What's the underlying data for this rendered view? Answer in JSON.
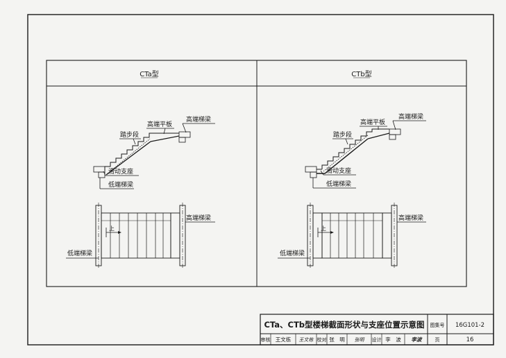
{
  "panels": {
    "left_title": "CTa型",
    "right_title": "CTb型"
  },
  "labels": {
    "high_beam": "高端梯梁",
    "high_platform": "高端平板",
    "step_section": "踏步段",
    "sliding_support": "滑动支座",
    "low_beam": "低端梯梁",
    "up_marker": "上"
  },
  "title_block": {
    "drawing_title": "CTa、CTb型楼梯截面形状与支座位置示意图",
    "atlas_label": "图集号",
    "atlas_number": "16G101-2",
    "review_label": "审核",
    "reviewer": "王文栋",
    "reviewer_sign": "王文栋",
    "check_label": "校对",
    "checker": "张　明",
    "checker_sign": "张明",
    "design_label": "设计",
    "designer": "李　波",
    "designer_sign": "李波",
    "page_label": "页",
    "page_number": "16"
  }
}
